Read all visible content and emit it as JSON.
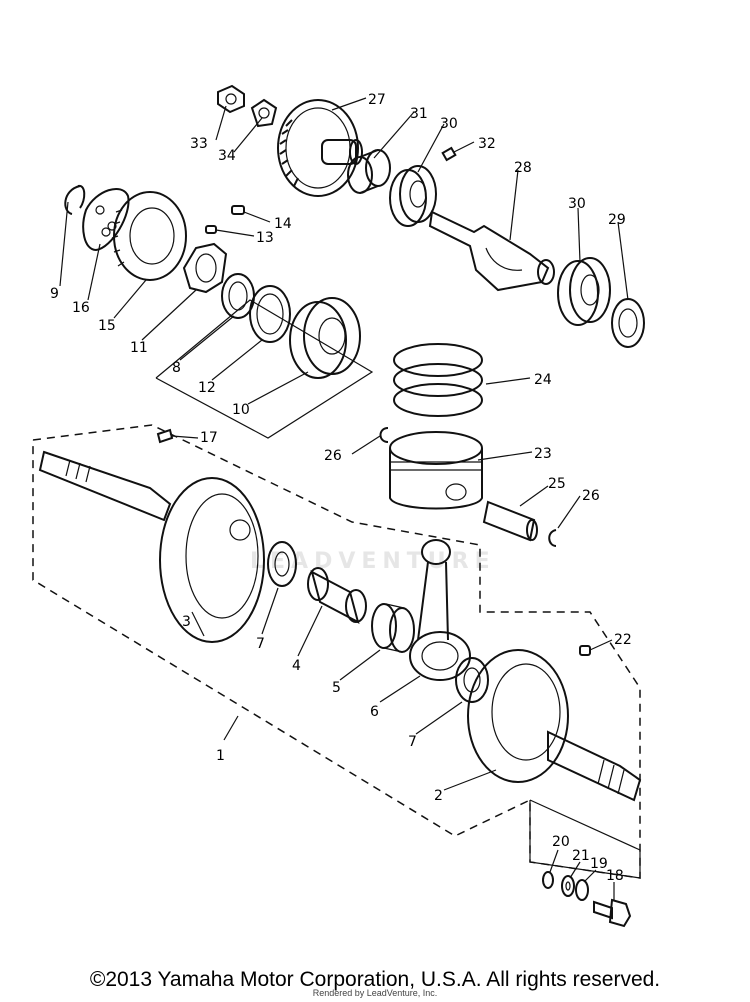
{
  "diagram": {
    "callouts": [
      "1",
      "2",
      "3",
      "4",
      "5",
      "6",
      "7",
      "7",
      "8",
      "9",
      "10",
      "11",
      "12",
      "13",
      "14",
      "15",
      "16",
      "17",
      "18",
      "19",
      "20",
      "21",
      "22",
      "23",
      "24",
      "25",
      "26",
      "26",
      "27",
      "28",
      "29",
      "30",
      "30",
      "31",
      "32",
      "33",
      "34"
    ],
    "watermark": "LEADVENTURE"
  },
  "footer": {
    "copyright": "©2013 Yamaha Motor Corporation, U.S.A. All rights reserved.",
    "rendered_by": "Rendered by LeadVenture, Inc."
  }
}
